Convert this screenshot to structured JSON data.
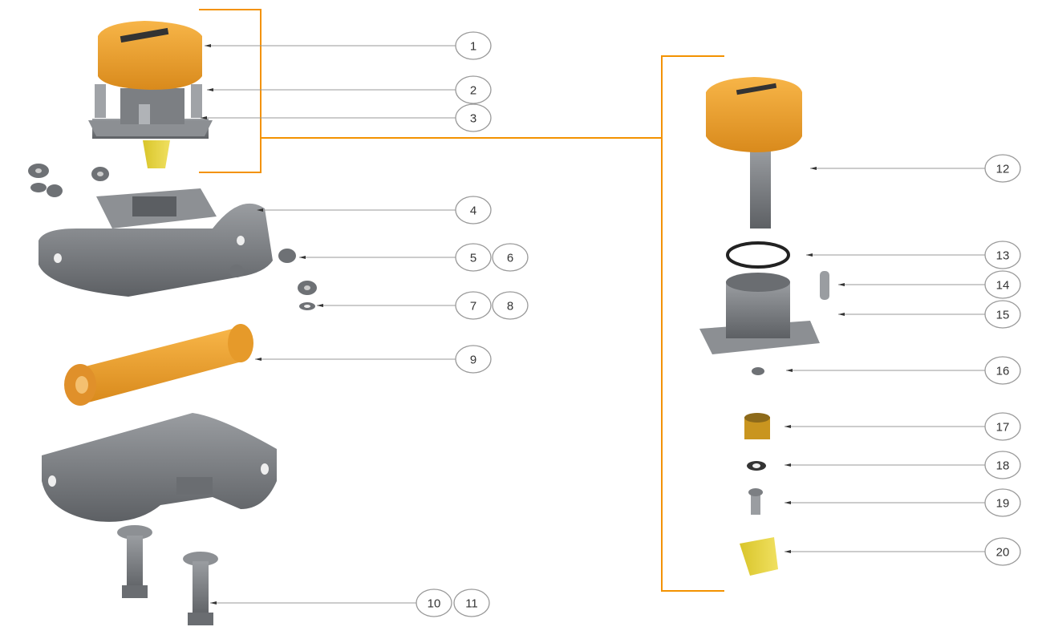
{
  "diagram": {
    "type": "exploded-parts-view",
    "accent_color": "#f39200",
    "part_orange": "#f0a030",
    "part_gray": "#7c7f83",
    "callouts": [
      {
        "label": "1",
        "group": "left"
      },
      {
        "label": "2",
        "group": "left"
      },
      {
        "label": "3",
        "group": "left"
      },
      {
        "label": "4",
        "group": "left"
      },
      {
        "label": "5",
        "group": "left"
      },
      {
        "label": "6",
        "group": "left"
      },
      {
        "label": "7",
        "group": "left"
      },
      {
        "label": "8",
        "group": "left"
      },
      {
        "label": "9",
        "group": "left"
      },
      {
        "label": "10",
        "group": "left"
      },
      {
        "label": "11",
        "group": "left"
      },
      {
        "label": "12",
        "group": "right"
      },
      {
        "label": "13",
        "group": "right"
      },
      {
        "label": "14",
        "group": "right"
      },
      {
        "label": "15",
        "group": "right"
      },
      {
        "label": "16",
        "group": "right"
      },
      {
        "label": "17",
        "group": "right"
      },
      {
        "label": "18",
        "group": "right"
      },
      {
        "label": "19",
        "group": "right"
      },
      {
        "label": "20",
        "group": "right"
      }
    ]
  }
}
